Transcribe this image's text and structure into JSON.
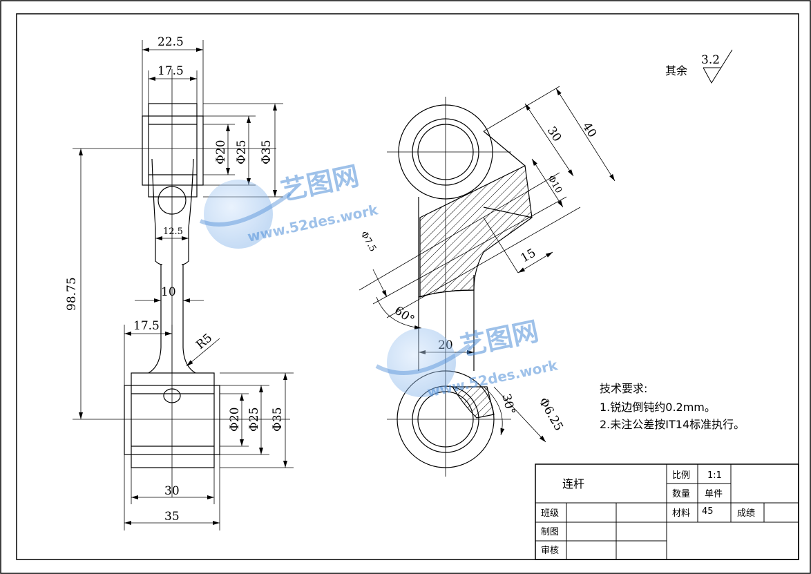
{
  "roughness": {
    "label": "其余",
    "value": "3.2"
  },
  "dims_left": {
    "w_top_outer": "22.5",
    "w_top_inner": "17.5",
    "d_top_20": "Φ20",
    "d_top_25": "Φ25",
    "d_top_35": "Φ35",
    "w_neck": "12.5",
    "center_dist": "98.75",
    "w_shank": "10",
    "w_bot_17": "17.5",
    "radius": "R5",
    "d_bot_20": "Φ20",
    "d_bot_25": "Φ25",
    "d_bot_35": "Φ35",
    "w_bot_30": "30",
    "w_bot_35": "35"
  },
  "dims_right": {
    "d30": "30",
    "d40": "40",
    "d10": "Φ10",
    "d15": "15",
    "d7_5": "Φ7.5",
    "a60": "60°",
    "w20": "20",
    "a30": "30°",
    "d6_25": "Φ6.25"
  },
  "tech": {
    "title": "技术要求:",
    "line1": "1.锐边倒钝约0.2mm。",
    "line2": "2.未注公差按IT14标准执行。"
  },
  "title_block": {
    "part_name": "连杆",
    "scale_label": "比例",
    "scale_value": "1:1",
    "qty_label": "数量",
    "qty_value": "单件",
    "class_label": "班级",
    "material_label": "材料",
    "material_value": "45",
    "grade_label": "成绩",
    "drawn_label": "制图",
    "check_label": "审核"
  },
  "watermark": {
    "brand": "艺图网",
    "url": "www.52des.work"
  }
}
